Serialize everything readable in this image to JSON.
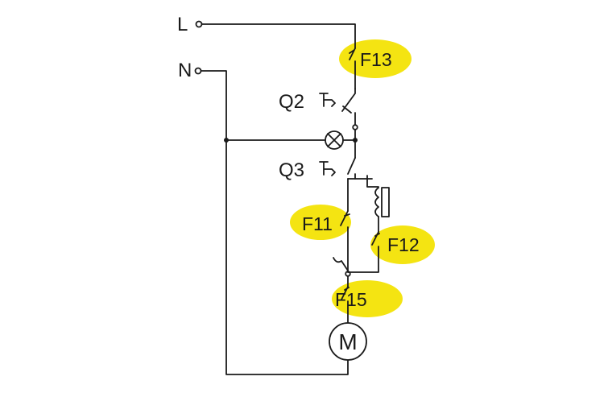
{
  "terminals": {
    "line": "L",
    "neutral": "N"
  },
  "components": {
    "f13": "F13",
    "q2": "Q2",
    "q3": "Q3",
    "f11": "F11",
    "f12": "F12",
    "f15": "F15",
    "motor": "M"
  },
  "colors": {
    "highlight": "#f4e412",
    "wire": "#1a1a1a",
    "background": "#ffffff"
  },
  "icons": {
    "lamp": "lamp-cross-circle-icon",
    "motor": "motor-circle-icon",
    "coil": "relay-coil-icon"
  }
}
